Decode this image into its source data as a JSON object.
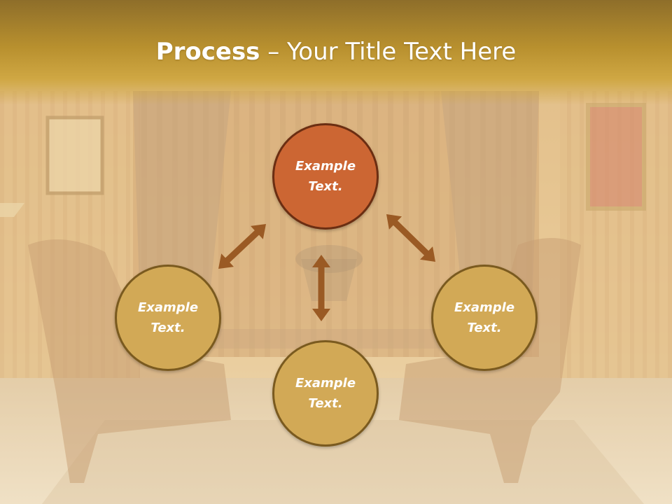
{
  "slide": {
    "title_bold": "Process",
    "title_rest": " – Your Title Text Here"
  },
  "diagram": {
    "nodes": [
      {
        "text": "Example\nText.",
        "fill": "#cc6633",
        "border": "#6b2e12"
      },
      {
        "text": "Example\nText.",
        "fill": "#d2a956",
        "border": "#7a5a1f"
      },
      {
        "text": "Example\nText.",
        "fill": "#d2a956",
        "border": "#7a5a1f"
      },
      {
        "text": "Example\nText.",
        "fill": "#d2a956",
        "border": "#7a5a1f"
      }
    ],
    "arrow_color": "#9a5a24"
  }
}
